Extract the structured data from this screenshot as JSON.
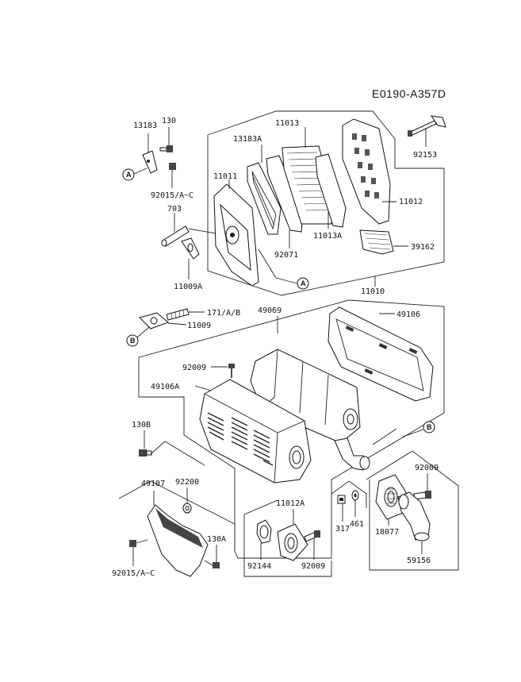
{
  "diagram_ref": "E0190-A357D",
  "callouts": {
    "a": "A",
    "b": "B"
  },
  "labels": {
    "p13183": "13183",
    "p130_top": "130",
    "p92015_top": "92015/A~C",
    "p703": "703",
    "p11009A": "11009A",
    "p11013": "11013",
    "p13183A": "13183A",
    "p11011": "11011",
    "p92071": "92071",
    "p11013A": "11013A",
    "p92153": "92153",
    "p11012": "11012",
    "p39162": "39162",
    "p11010": "11010",
    "p171": "171/A/B",
    "p11009": "11009",
    "p49069": "49069",
    "p49106": "49106",
    "p92009_top": "92009",
    "p49106A": "49106A",
    "p130B": "130B",
    "p49107": "49107",
    "p92200": "92200",
    "p130A": "130A",
    "p92015_bottom": "92015/A~C",
    "p11012A": "11012A",
    "p92144": "92144",
    "p92009_mid": "92009",
    "p317": "317",
    "p461": "461",
    "p18077": "18077",
    "p92009_right": "92009",
    "p59156": "59156"
  }
}
